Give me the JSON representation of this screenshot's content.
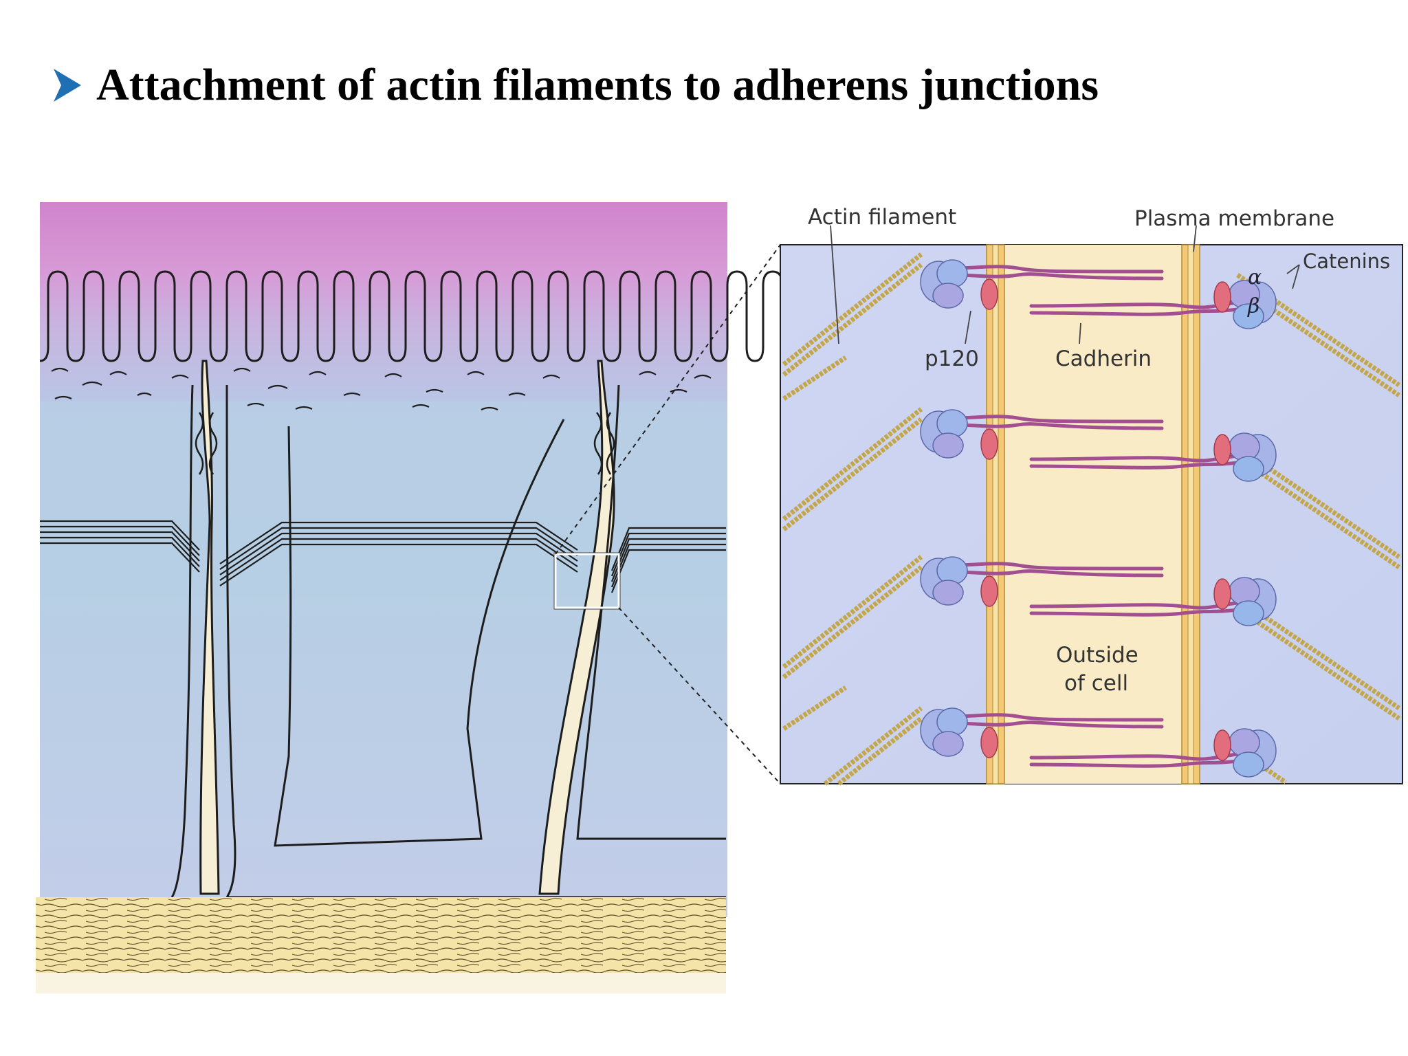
{
  "title": "Attachment of actin filaments to adherens junctions",
  "labels": {
    "actin_filament": "Actin filament",
    "plasma_membrane": "Plasma membrane",
    "catenins": "Catenins",
    "alpha": "α",
    "beta": "β",
    "p120": "p120",
    "cadherin": "Cadherin",
    "outside_line1": "Outside",
    "outside_line2": "of cell"
  },
  "colors": {
    "bullet": "#1f6fb4",
    "apical": "#d58ad0",
    "cytoplasm": "#b7cce3",
    "membrane": "#f3c978",
    "cadherin": "#b0559c",
    "alpha_catenin": "#a7aee6",
    "beta_catenin": "#95b5e6",
    "p120": "#e36b79",
    "actin": "#b69a3d"
  }
}
